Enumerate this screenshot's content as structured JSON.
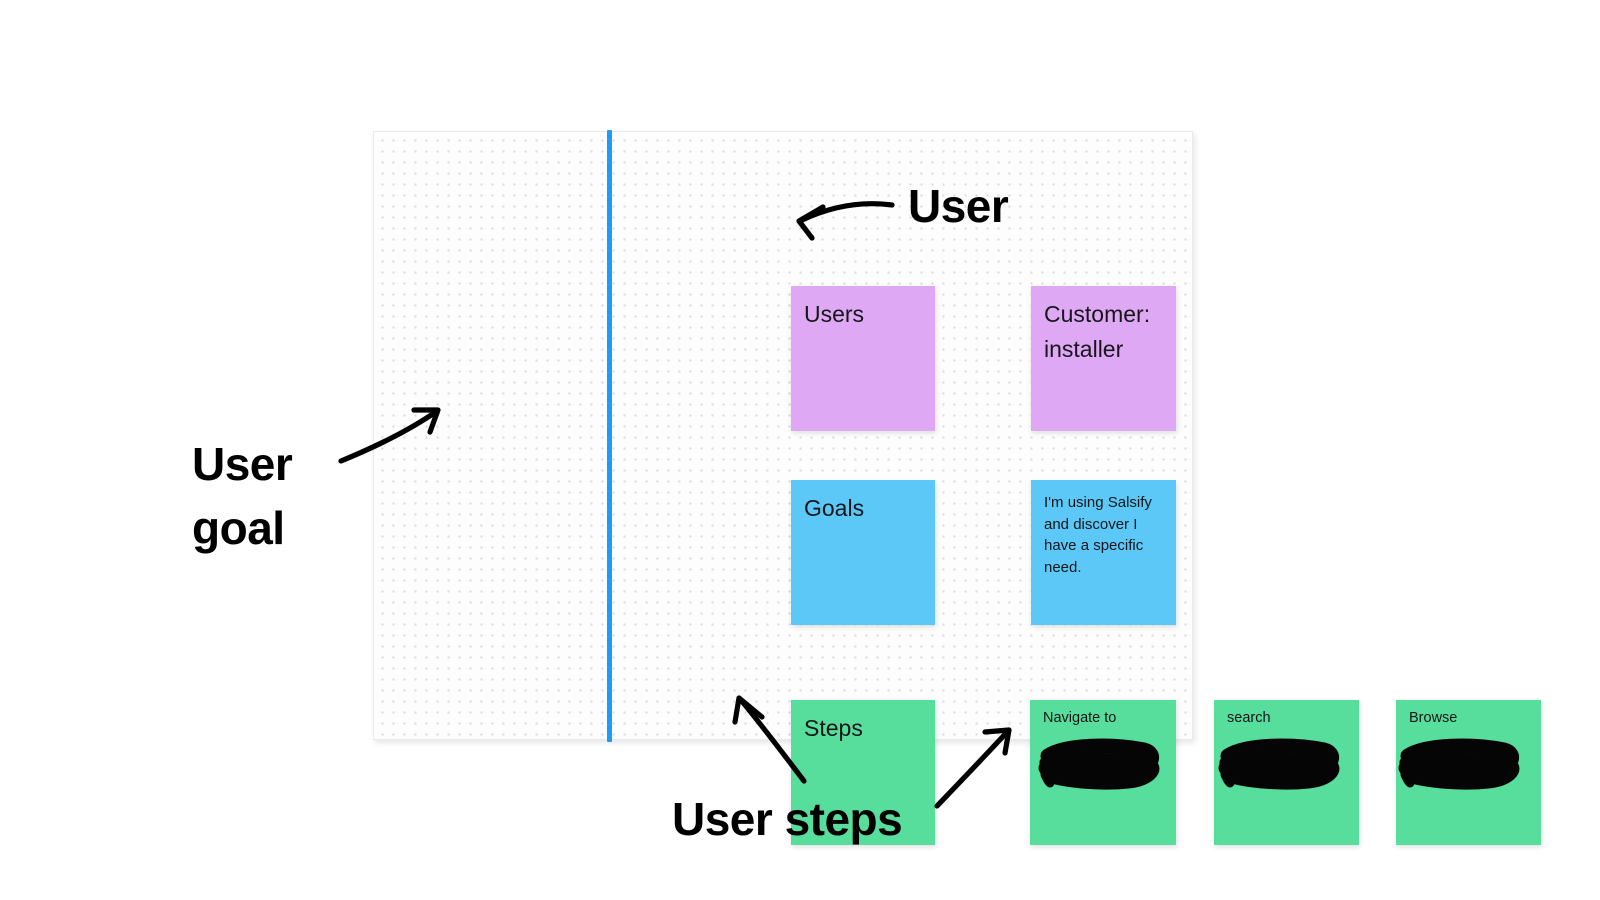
{
  "board": {
    "name": "user-story-map-board",
    "divider_color": "#1d9bf6",
    "background_color": "#fdfdfd"
  },
  "colors": {
    "purple": "#dfa8f5",
    "blue": "#5bc8f7",
    "green": "#57dd9c",
    "accent": "#1d9bf6",
    "ink": "#000000"
  },
  "label_notes": [
    {
      "id": "users",
      "label": "Users",
      "color": "#dfa8f5"
    },
    {
      "id": "goals",
      "label": "Goals",
      "color": "#5bc8f7"
    },
    {
      "id": "steps",
      "label": "Steps",
      "color": "#57dd9c"
    }
  ],
  "content_notes": {
    "customer": "Customer:\ninstaller",
    "goal": "I'm using Salsify and discover I have a specific need."
  },
  "step_notes": [
    {
      "id": "step-1",
      "label": "Navigate to",
      "redacted": true
    },
    {
      "id": "step-2",
      "label": "search",
      "redacted": true
    },
    {
      "id": "step-3",
      "label": "Browse",
      "redacted": true
    }
  ],
  "annotations": [
    {
      "id": "user",
      "text": "User"
    },
    {
      "id": "user-goal",
      "text": "User\ngoal"
    },
    {
      "id": "user-steps",
      "text": "User steps"
    }
  ]
}
